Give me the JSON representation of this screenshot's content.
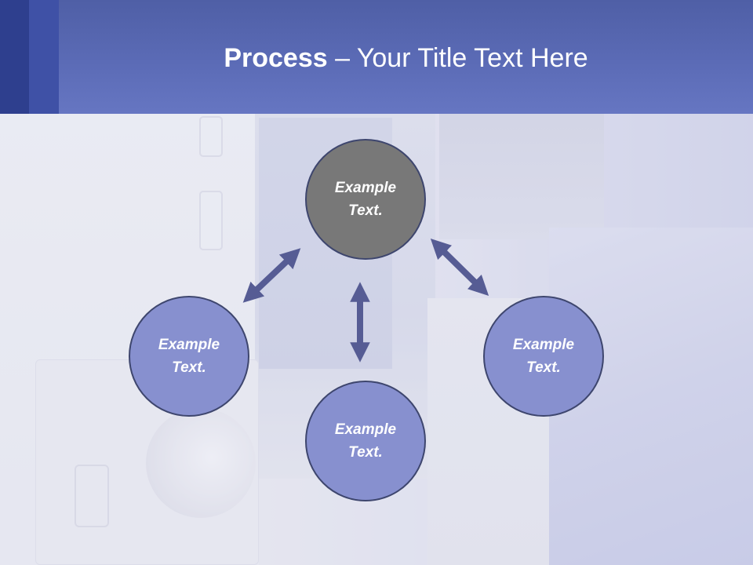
{
  "slide": {
    "title_bold": "Process",
    "title_rest": " – Your Title Text Here"
  },
  "diagram": {
    "nodes": [
      {
        "id": "top",
        "label": "Example\nText."
      },
      {
        "id": "left",
        "label": "Example\nText."
      },
      {
        "id": "bottom",
        "label": "Example\nText."
      },
      {
        "id": "right",
        "label": "Example\nText."
      }
    ],
    "colors": {
      "header": "#5b6bb6",
      "header_band_dark": "#2e3f8e",
      "header_band_mid": "#3f51a6",
      "node_top": "#787878",
      "node_blue": "#8790cf",
      "node_border": "#3e466e",
      "arrow": "#565c94"
    }
  }
}
